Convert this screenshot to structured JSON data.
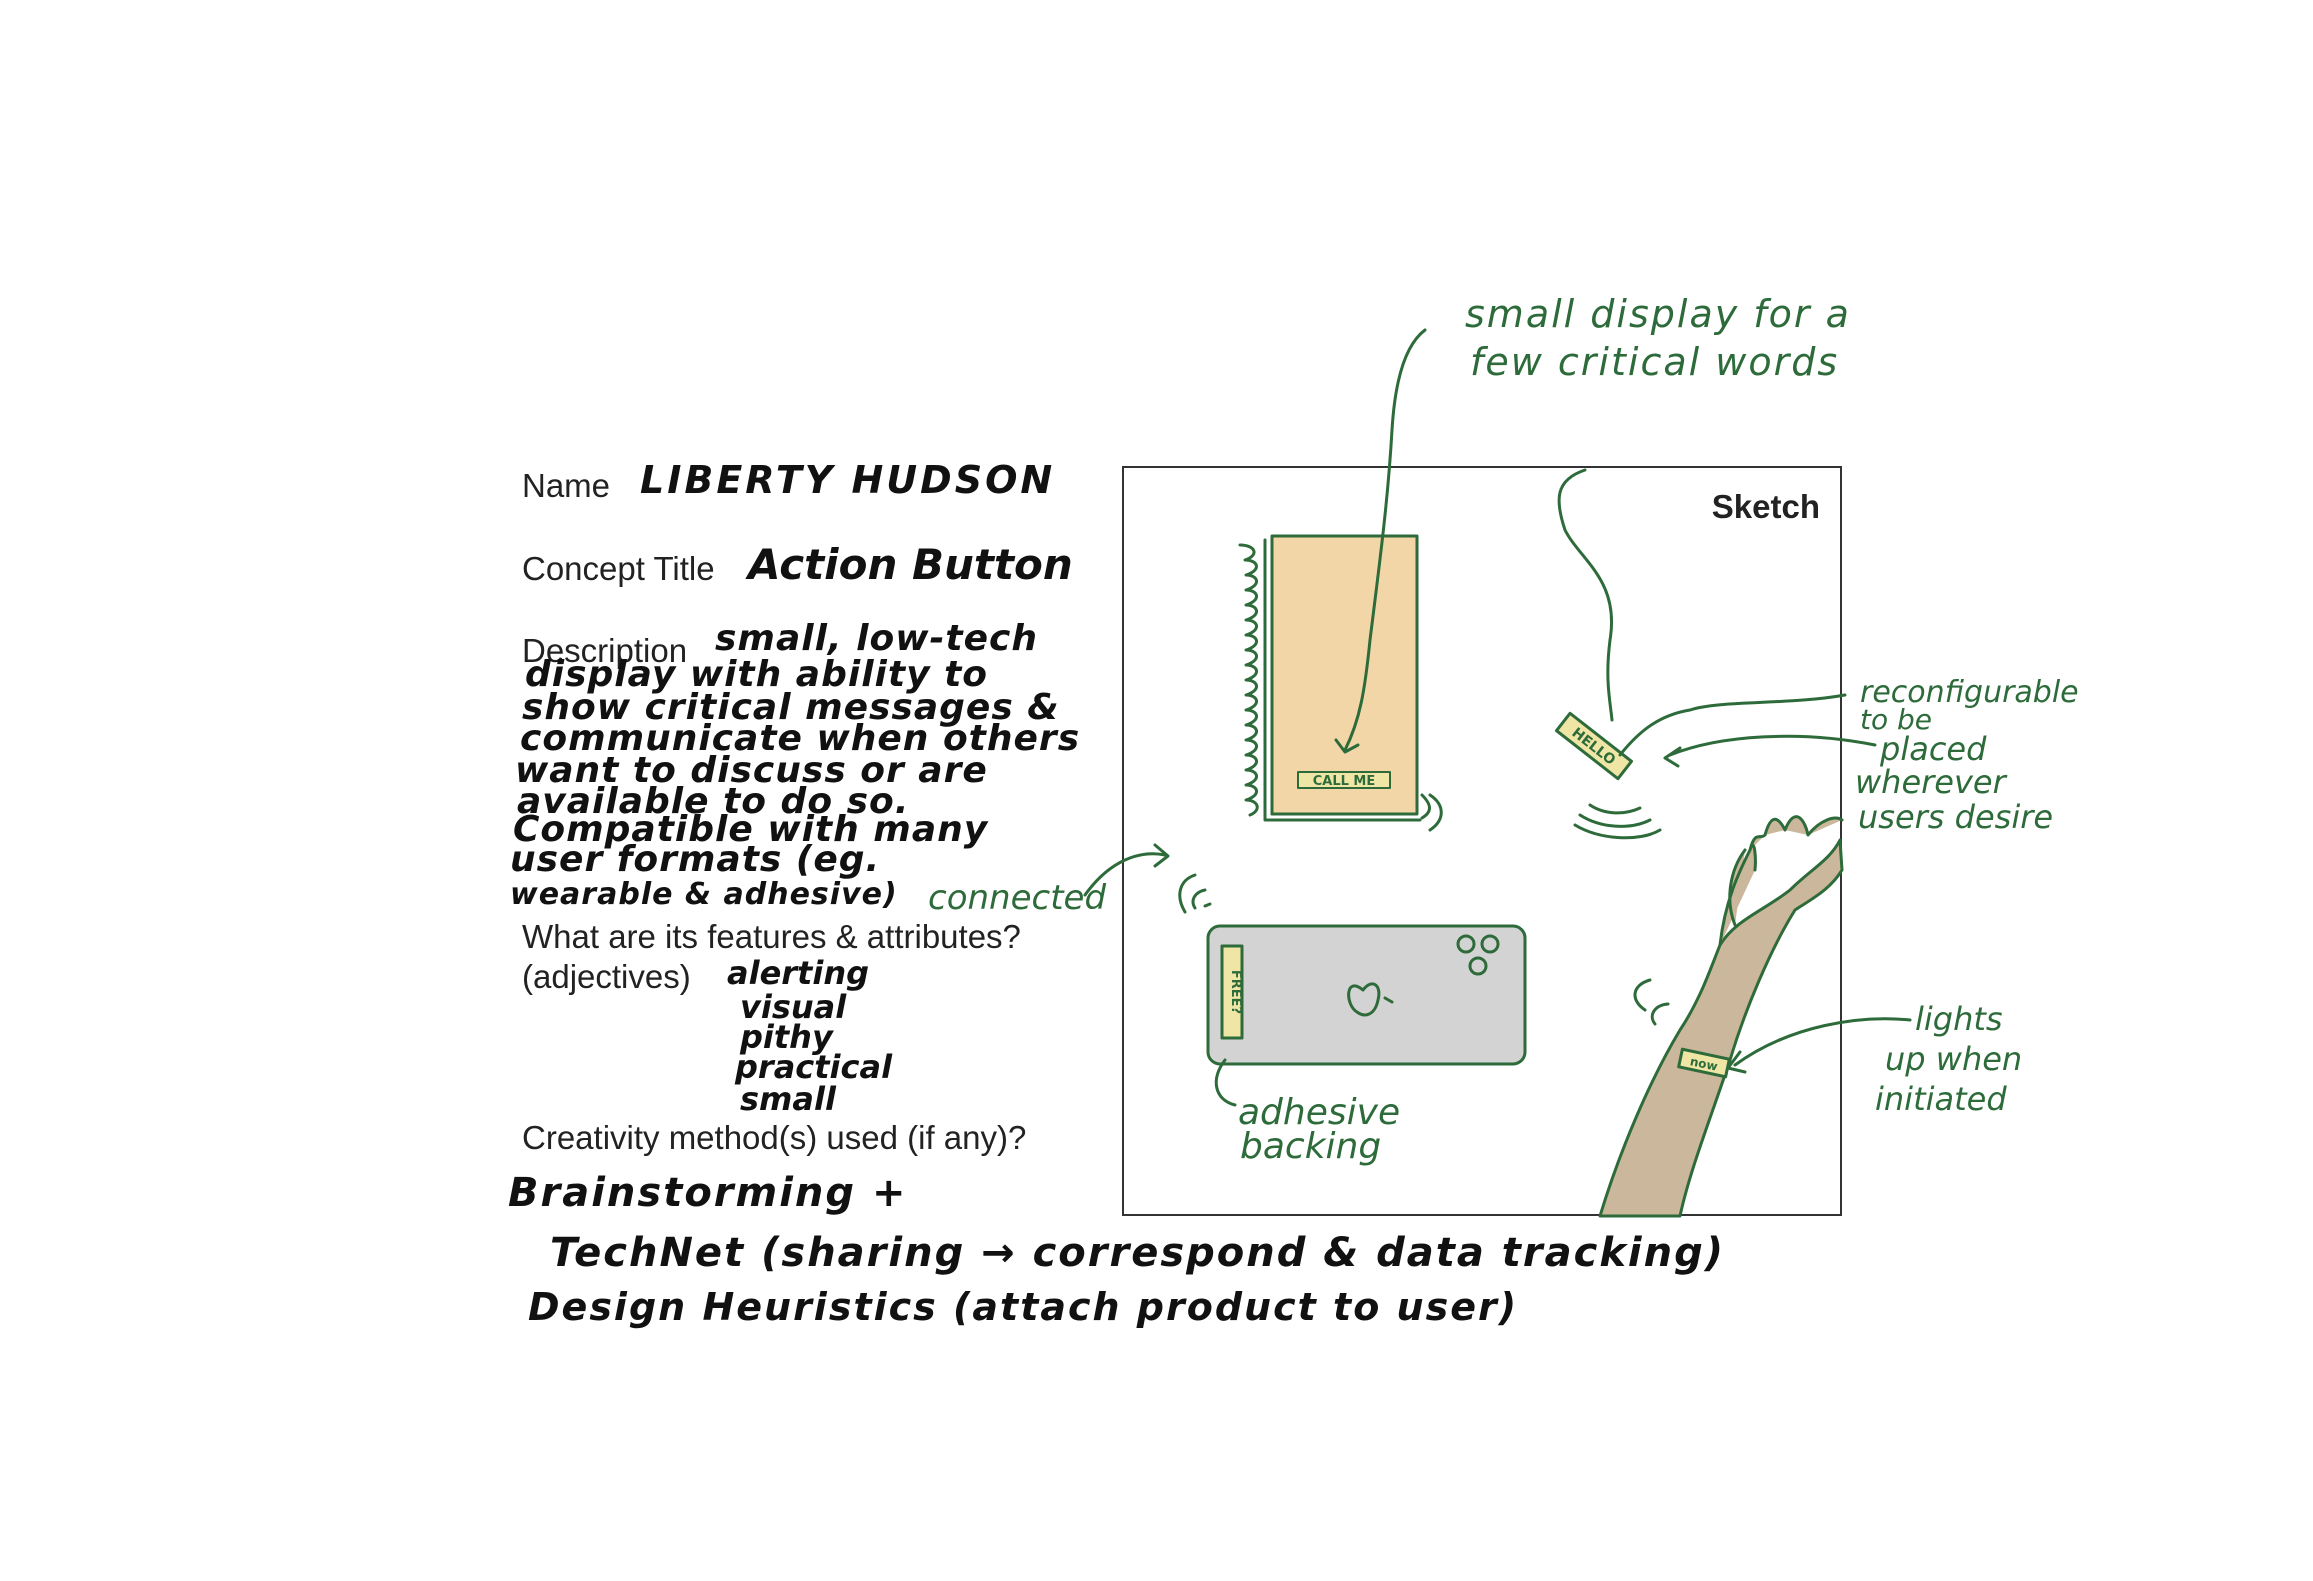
{
  "form": {
    "name_label": "Name",
    "name_value": "LIBERTY HUDSON",
    "concept_label": "Concept Title",
    "concept_value": "Action Button",
    "description_label": "Description",
    "description_lines": [
      "small, low-tech",
      "display with ability to",
      "show critical messages &",
      "communicate when others",
      "want to discuss or are",
      "available to do so.",
      "Compatible with many",
      "user formats (eg.",
      "wearable & adhesive)"
    ],
    "features_label": "What are its features & attributes?",
    "adjectives_label": "(adjectives)",
    "adjectives": [
      "alerting",
      "visual",
      "pithy",
      "practical",
      "small"
    ],
    "creativity_label": "Creativity method(s) used (if any)?",
    "methods": [
      "Brainstorming +",
      "TechNet (sharing → correspond & data tracking)",
      "Design Heuristics (attach product to user)"
    ]
  },
  "sketch": {
    "title": "Sketch",
    "notebook_tag": "CALL ME",
    "hello_tag": "HELLO",
    "phone_tag": "FREE?",
    "wrist_tag": "now",
    "annotations": {
      "display": [
        "small display for a",
        "few critical words"
      ],
      "reconfigurable": [
        "reconfigurable",
        "to be",
        "placed",
        "wherever",
        "users desire"
      ],
      "connected": "connected",
      "adhesive": [
        "adhesive",
        "backing"
      ],
      "lights": [
        "lights",
        "up when",
        "initiated"
      ]
    }
  },
  "colors": {
    "ink": "#111111",
    "annotation_green": "#2e6b3a",
    "notebook_fill": "#f3d6a8",
    "tag_fill": "#efe6a6",
    "phone_fill": "#d3d3d3",
    "arm_fill": "#cbb79c"
  }
}
